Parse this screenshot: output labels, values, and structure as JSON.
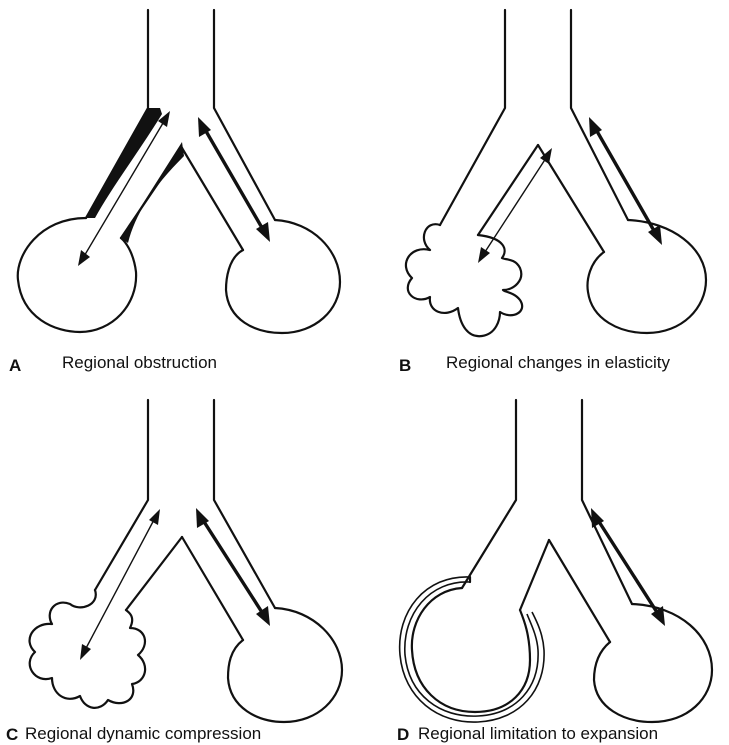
{
  "panels": [
    {
      "letter": "A",
      "caption": "Regional obstruction"
    },
    {
      "letter": "B",
      "caption": "Regional changes in elasticity"
    },
    {
      "letter": "C",
      "caption": "Regional dynamic compression"
    },
    {
      "letter": "D",
      "caption": "Regional limitation to expansion"
    }
  ],
  "colors": {
    "line": "#111111",
    "background": "#ffffff"
  }
}
